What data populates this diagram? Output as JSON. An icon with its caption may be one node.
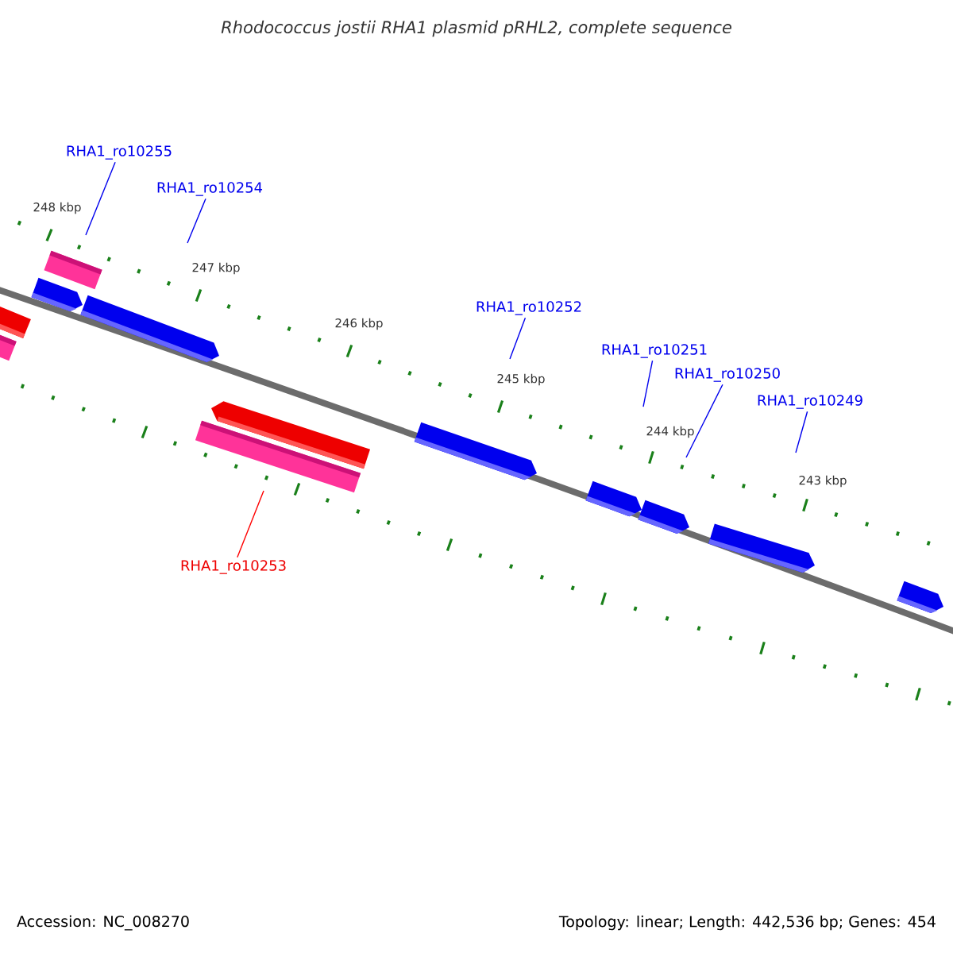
{
  "diagram": {
    "title": "Rhodococcus jostii RHA1 plasmid pRHL2, complete sequence",
    "nodes": [
      {
        "text": [
          "RHA1_ro10255"
        ]
      },
      {
        "text": [
          "RHA1_ro10254"
        ]
      },
      {
        "text": [
          "RHA1_ro10252"
        ]
      },
      {
        "text": [
          "RHA1_ro10251"
        ]
      },
      {
        "text": [
          "RHA1_ro10250"
        ]
      },
      {
        "text": [
          "RHA1_ro10249"
        ]
      },
      {
        "text": [
          "RHA1_ro10253"
        ]
      }
    ],
    "edges": [
      {
        "from": 0,
        "to": null,
        "arrow": "none"
      },
      {
        "from": 1,
        "to": null,
        "arrow": "none"
      },
      {
        "from": 2,
        "to": null,
        "arrow": "none"
      },
      {
        "from": 3,
        "to": null,
        "arrow": "none"
      },
      {
        "from": 4,
        "to": null,
        "arrow": "none"
      },
      {
        "from": 5,
        "to": null,
        "arrow": "none"
      },
      {
        "from": 6,
        "to": null,
        "arrow": "none",
        "color": "#ff0000"
      }
    ],
    "labels": [
      "248 kbp",
      "247 kbp",
      "246 kbp",
      "245 kbp",
      "244 kbp",
      "243 kbp",
      "Accession: NC_008270",
      "Topology: linear; Length: 442,536 bp; Genes: 454"
    ]
  }
}
